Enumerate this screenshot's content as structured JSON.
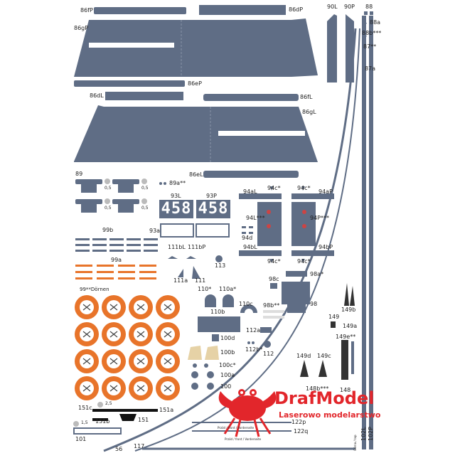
{
  "colors": {
    "part_grey": "#5f6d85",
    "part_grey_dark": "#4a566b",
    "roundel_orange": "#e8742a",
    "stripe_orange": "#e8742a",
    "tan": "#e6d2a6",
    "brand_red": "#e2262b",
    "brand_sub": "#e2262b"
  },
  "labels": {
    "l86fP": "86fP",
    "l86dP": "86dP",
    "l86gP": "86gP",
    "l86eP": "86eP",
    "l86dL": "86dL",
    "l86fL": "86fL",
    "l86gL": "86gL",
    "l86eL": "86eL",
    "l90L": "90L",
    "l90P": "90P",
    "l88": "88",
    "l88a": "88a",
    "l88b": "88b***",
    "l87": "87**",
    "l87a": "87a",
    "l89": "89",
    "l89a": "89a**",
    "l93L": "93L",
    "l93P": "93P",
    "l93a": "93a",
    "l99b": "99b",
    "l99a": "99a",
    "l99": "99**Dörnen",
    "l111bL": "111bL",
    "l111bP": "111bP",
    "l113": "113",
    "l111a": "111a",
    "l111": "111",
    "l110s": "110*",
    "l110a": "110a*",
    "l110c": "110c",
    "l110b": "110b",
    "l94aL": "94aL",
    "l94aP": "94aP",
    "l94c1": "94c*",
    "l94c2": "94c*",
    "l94L": "94L***",
    "l94P": "94P***",
    "l94d": "94d",
    "l94bL": "94bL",
    "l94bP": "94bP",
    "l94c3": "94c*",
    "l94c4": "94c*",
    "l98a": "98a*",
    "l98c": "98c",
    "l98b": "98b**",
    "l98": "98",
    "l112a": "112a",
    "l112b": "112b*",
    "l112": "112",
    "l100d": "100d",
    "l100b": "100b",
    "l100c": "100c*",
    "l100a": "100a",
    "l100": "100",
    "l149b": "149b",
    "l149": "149",
    "l149a": "149a",
    "l149e": "149e**",
    "l149d": "149d",
    "l149c": "149c",
    "l148b": "148b***",
    "l148": "148",
    "l151c": "151c",
    "l151a": "151a",
    "l151b": "151b",
    "l151": "151",
    "l101": "101",
    "l56": "56",
    "l117": "117",
    "l122p": "122p",
    "l122q": "122q",
    "l102L": "102L",
    "l102P": "102P",
    "l25": "2,5",
    "l15": "1,5",
    "l05a": "0,5",
    "l05b": "0,5",
    "l05c": "0,5",
    "l05d": "0,5",
    "przod1": "Przód / front / Vorderseite",
    "przod2": "Przód / front / Vorderseite",
    "side_text": "Górna / top"
  },
  "registration": {
    "left": "458",
    "right": "458"
  },
  "brand": {
    "name": "DrafModel",
    "tagline": "Laserowo modelarstwo"
  }
}
